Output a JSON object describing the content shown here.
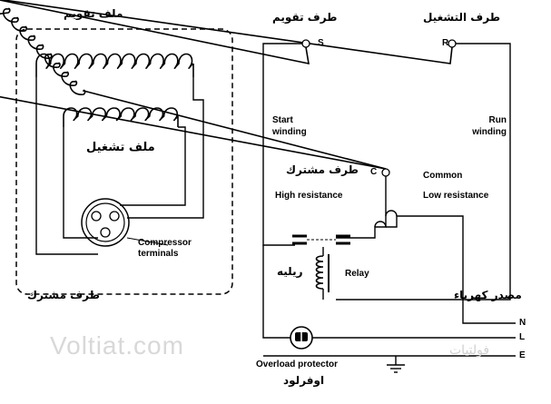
{
  "left_diagram": {
    "start_coil_label": "ملف تقويم",
    "run_coil_label": "ملف تشغيل",
    "compressor_terminals_label": "Compressor terminals",
    "common_terminal_label": "طرف مشترك"
  },
  "right_diagram": {
    "start_terminal_label": "طرف تقويم",
    "run_terminal_label": "طرف التشغيل",
    "terminal_s": "S",
    "terminal_r": "R",
    "terminal_c": "C",
    "start_winding_label": "Start winding",
    "run_winding_label": "Run winding",
    "common_ar_label": "طرف مشترك",
    "common_en_label": "Common",
    "high_resistance_label": "High resistance",
    "low_resistance_label": "Low resistance",
    "relay_ar_label": "ريليه",
    "relay_en_label": "Relay",
    "power_source_label": "مصدر كهرباء",
    "line_n": "N",
    "line_l": "L",
    "line_e": "E",
    "overload_en_label": "Overload protector",
    "overload_ar_label": "اوفرلود"
  },
  "watermark": {
    "site": "Voltiat.com",
    "site_ar": "فولتيات"
  },
  "colors": {
    "line": "#000000",
    "background": "#ffffff",
    "watermark": "#d8d8d8"
  }
}
